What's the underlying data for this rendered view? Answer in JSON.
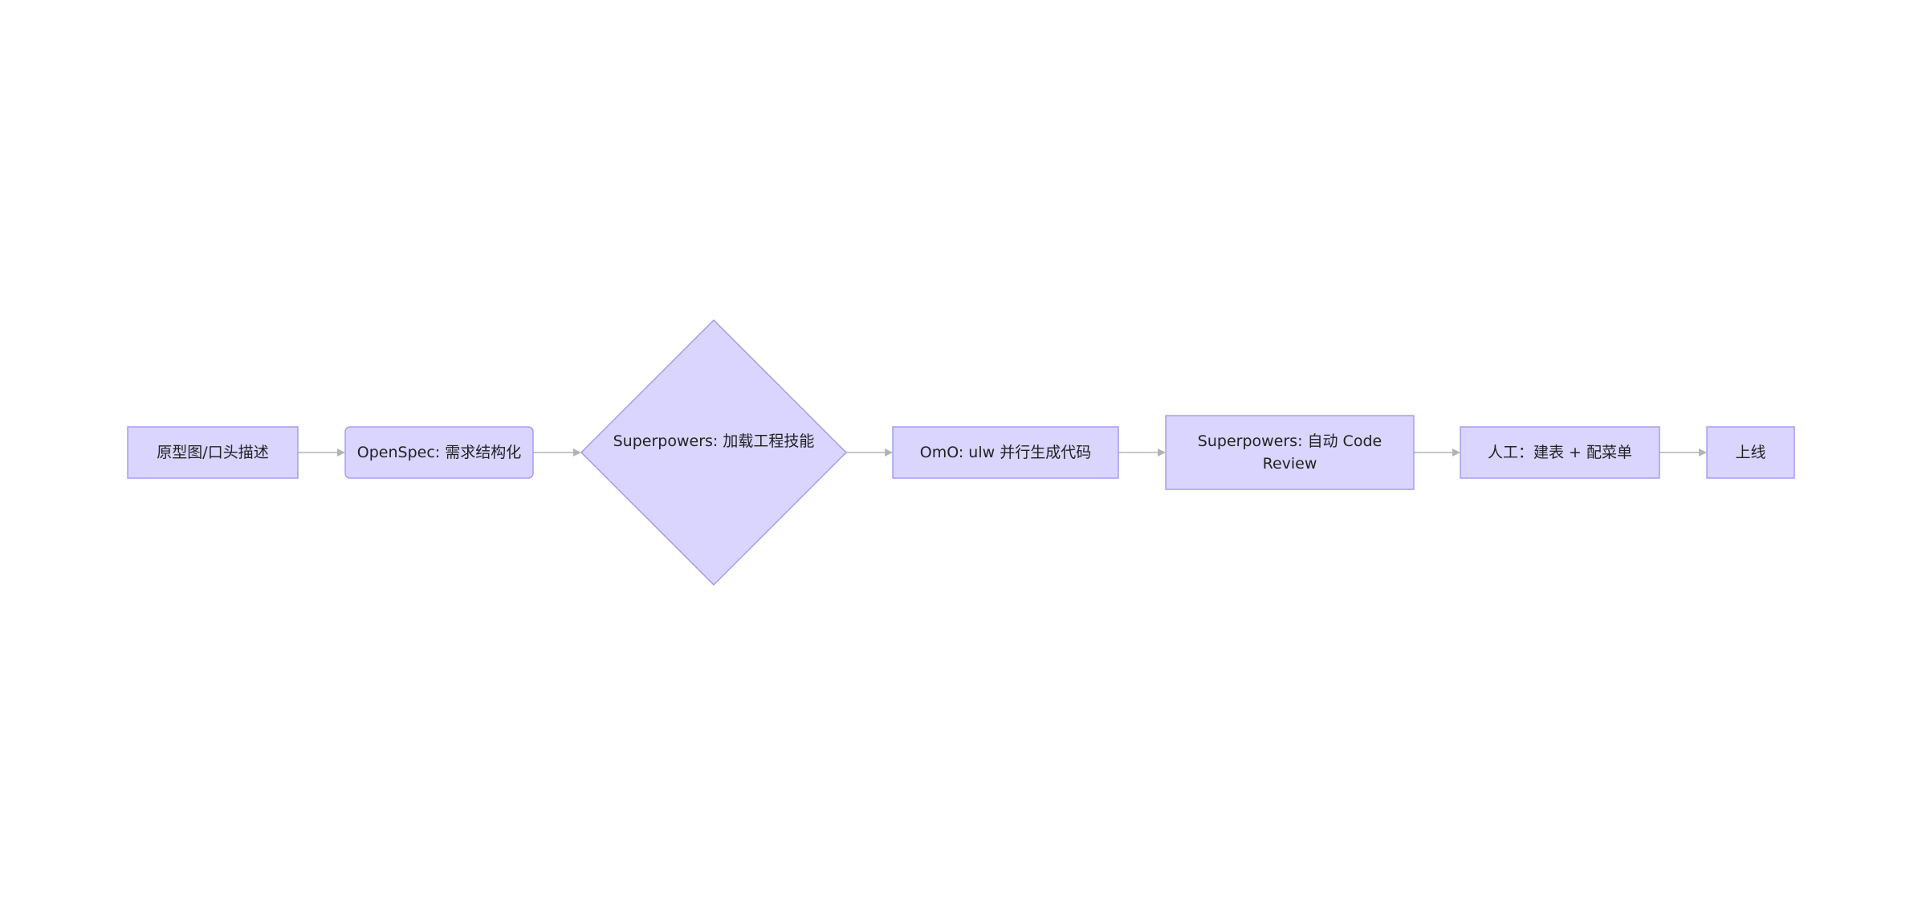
{
  "flowchart": {
    "direction": "left-to-right",
    "nodes": [
      {
        "id": "n1",
        "shape": "rectangle",
        "lines": [
          "原型图/口头描述"
        ]
      },
      {
        "id": "n2",
        "shape": "rounded-rectangle",
        "lines": [
          "OpenSpec: 需求结构化"
        ]
      },
      {
        "id": "n3",
        "shape": "diamond",
        "lines": [
          "Superpowers: 加载工程技能"
        ]
      },
      {
        "id": "n4",
        "shape": "rectangle",
        "lines": [
          "OmO: ulw 并行生成代码"
        ]
      },
      {
        "id": "n5",
        "shape": "rectangle",
        "lines": [
          "Superpowers: 自动 Code",
          "Review"
        ]
      },
      {
        "id": "n6",
        "shape": "rectangle",
        "lines": [
          "人工：建表 + 配菜单"
        ]
      },
      {
        "id": "n7",
        "shape": "rectangle",
        "lines": [
          "上线"
        ]
      }
    ],
    "edges": [
      {
        "from": "n1",
        "to": "n2"
      },
      {
        "from": "n2",
        "to": "n3"
      },
      {
        "from": "n3",
        "to": "n4"
      },
      {
        "from": "n4",
        "to": "n5"
      },
      {
        "from": "n5",
        "to": "n6"
      },
      {
        "from": "n6",
        "to": "n7"
      }
    ]
  },
  "colors": {
    "node_fill": "#d9d5fe",
    "node_stroke": "#9b91f0",
    "edge": "#b3b3b3",
    "text": "#222222",
    "background": "#ffffff"
  }
}
